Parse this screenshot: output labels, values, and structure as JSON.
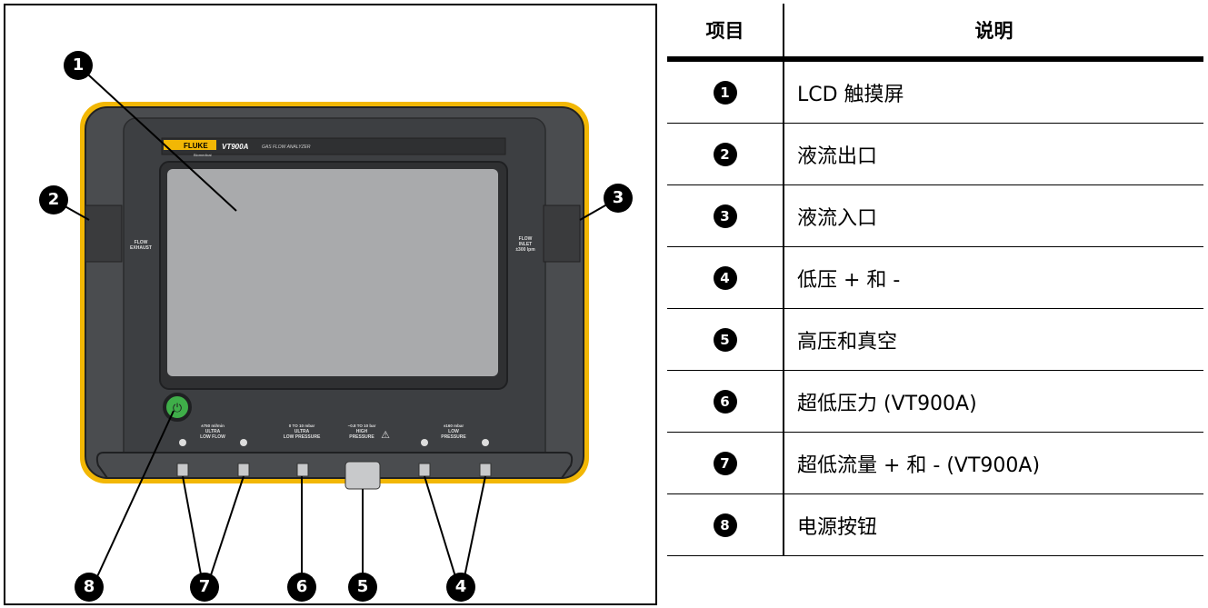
{
  "figure": {
    "device": {
      "brand": "FLUKE",
      "brand_sub": "Biomedical",
      "model": "VT900A",
      "product": "GAS FLOW ANALYZER",
      "left_port": [
        "FLOW",
        "EXHAUST"
      ],
      "right_port": [
        "FLOW",
        "INLET",
        "±300 lpm"
      ],
      "port_labels": [
        {
          "range": "±750 ml/min",
          "lines": [
            "ULTRA",
            "LOW FLOW"
          ]
        },
        {
          "range": "0 TO 10 mbar",
          "lines": [
            "ULTRA",
            "LOW PRESSURE"
          ]
        },
        {
          "range": "−0.8 TO 10 bar",
          "lines": [
            "HIGH",
            "PRESSURE"
          ]
        },
        {
          "range": "±160 mbar",
          "lines": [
            "LOW",
            "PRESSURE"
          ]
        }
      ],
      "colors": {
        "bumper": "#f2b705",
        "body": "#4a4c4f",
        "screen": "#a9aaac",
        "power_ring": "#3fae49"
      }
    },
    "callouts": [
      "1",
      "2",
      "3",
      "8",
      "7",
      "6",
      "5",
      "4"
    ]
  },
  "legend": {
    "header": {
      "item": "项目",
      "description": "说明"
    },
    "rows": [
      {
        "item": "1",
        "description": "LCD 触摸屏"
      },
      {
        "item": "2",
        "description": "液流出口"
      },
      {
        "item": "3",
        "description": "液流入口"
      },
      {
        "item": "4",
        "description": "低压 + 和 -"
      },
      {
        "item": "5",
        "description": "高压和真空"
      },
      {
        "item": "6",
        "description": "超低压力 (VT900A)"
      },
      {
        "item": "7",
        "description": "超低流量 + 和 - (VT900A)"
      },
      {
        "item": "8",
        "description": "电源按钮"
      }
    ]
  }
}
